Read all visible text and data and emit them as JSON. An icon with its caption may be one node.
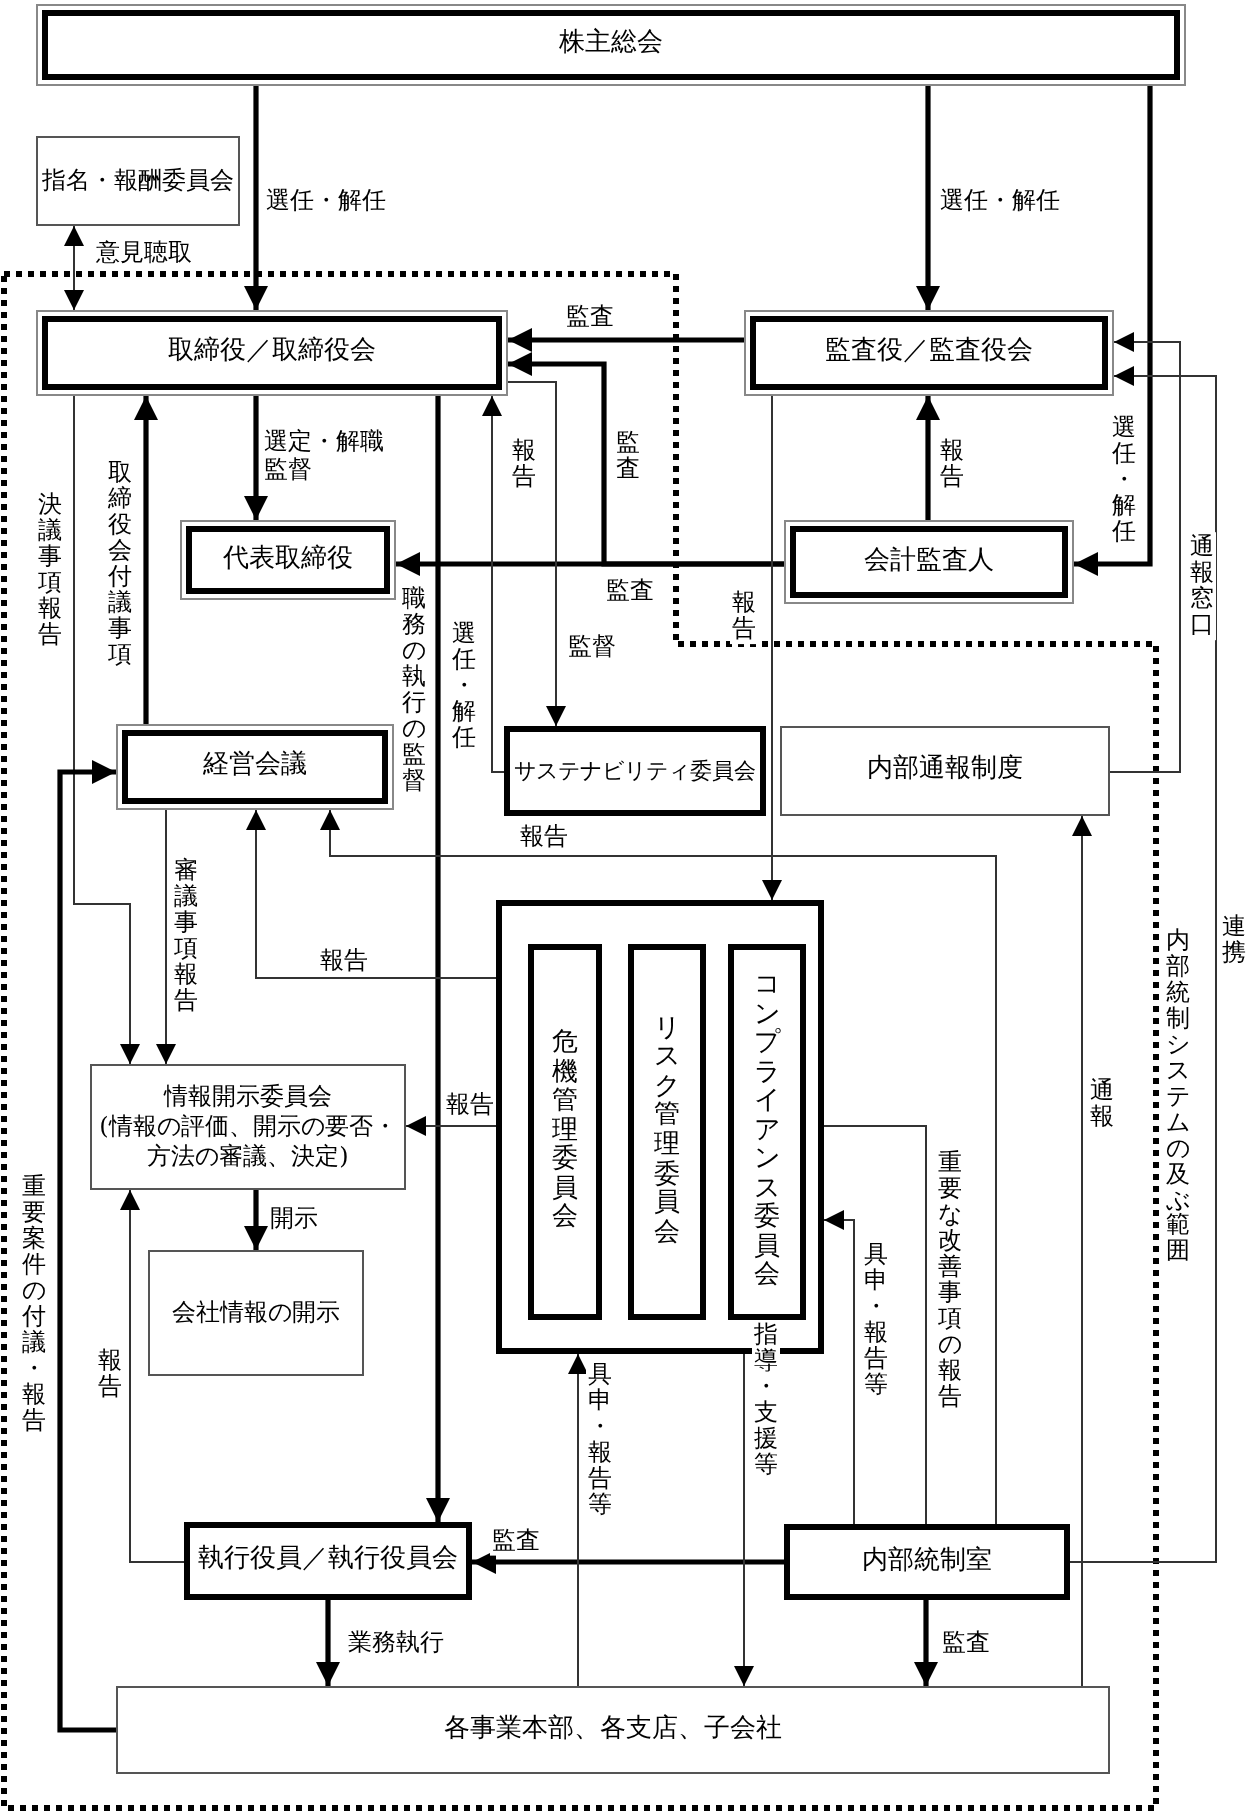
{
  "diagram": {
    "nodes": [
      {
        "text": [
          "株主総会"
        ]
      },
      {
        "text": [
          "指名・報酬委員会"
        ]
      },
      {
        "text": [
          "取締役／取締役会"
        ]
      },
      {
        "text": [
          "監査役／監査役会"
        ]
      },
      {
        "text": [
          "代表取締役"
        ]
      },
      {
        "text": [
          "会計監査人"
        ]
      },
      {
        "text": [
          "経営会議"
        ]
      },
      {
        "text": [
          "サステナビリティ委員会"
        ]
      },
      {
        "text": [
          "内部通報制度"
        ]
      },
      {
        "text": [],
        "shape": "box"
      },
      {
        "text": [
          "危機管理委員会"
        ],
        "in": 9
      },
      {
        "text": [
          "リスク管理委員会"
        ],
        "in": 9
      },
      {
        "text": [
          "コンプライアンス委員会"
        ],
        "in": 9
      },
      {
        "text": [
          "情報開示委員会",
          "(情報の評価、開示の要否・方法の審議、決定)"
        ]
      },
      {
        "text": [
          "会社情報の開示"
        ]
      },
      {
        "text": [
          "執行役員／執行役員会"
        ]
      },
      {
        "text": [
          "内部統制室"
        ]
      },
      {
        "text": [
          "各事業本部、各支店、子会社"
        ]
      }
    ],
    "edges": [
      {
        "from": 0,
        "to": 2,
        "arrow": "to",
        "label": "選任・解任",
        "style": "thick"
      },
      {
        "from": 0,
        "to": 3,
        "arrow": "to",
        "label": "選任・解任",
        "style": "thick"
      },
      {
        "from": 0,
        "to": 5,
        "arrow": "to",
        "label": "選任・解任",
        "style": "thick"
      },
      {
        "from": 1,
        "to": 2,
        "arrow": "both",
        "label": "意見聴取"
      },
      {
        "from": 3,
        "to": 2,
        "arrow": "to",
        "label": "監査",
        "style": "thick"
      },
      {
        "from": 5,
        "to": 4,
        "arrow": "to",
        "label": "監査",
        "style": "thick"
      },
      {
        "from": 5,
        "to": 2,
        "arrow": "to",
        "label": "監査",
        "style": "thick"
      },
      {
        "from": 5,
        "to": 3,
        "arrow": "to",
        "label": "報告",
        "style": "thick"
      },
      {
        "from": 2,
        "to": 4,
        "arrow": "to",
        "label": "選定・解職監督",
        "style": "thick"
      },
      {
        "from": 2,
        "to": 15,
        "arrow": "to",
        "label": "職務の執行の監督",
        "style": "thick"
      },
      {
        "from": 6,
        "to": 2,
        "arrow": "to",
        "label": "取締役会付議事項",
        "style": "thick"
      },
      {
        "from": 2,
        "to": 13,
        "arrow": "to",
        "label": "決議事項報告"
      },
      {
        "from": 7,
        "to": 2,
        "arrow": "to",
        "label": "報告"
      },
      {
        "from": 2,
        "to": 7,
        "arrow": "to",
        "label": "監督"
      },
      {
        "from": 3,
        "to": 9,
        "arrow": "to",
        "label": "報告"
      },
      {
        "from": 8,
        "to": 3,
        "arrow": "to",
        "label": "通報窓口"
      },
      {
        "from": 16,
        "to": 3,
        "arrow": "to",
        "label": "連携"
      },
      {
        "from": 9,
        "to": 6,
        "arrow": "to",
        "label": "報告"
      },
      {
        "from": 16,
        "to": 6,
        "arrow": "to",
        "label": "報告"
      },
      {
        "from": 16,
        "to": 12,
        "arrow": "to",
        "label": "重要な改善事項の報告"
      },
      {
        "from": 16,
        "to": 9,
        "arrow": "to",
        "label": "具申・報告等"
      },
      {
        "from": 10,
        "to": 13,
        "arrow": "to",
        "label": "報告"
      },
      {
        "from": 6,
        "to": 13,
        "arrow": "to",
        "label": "審議事項報告"
      },
      {
        "from": 13,
        "to": 14,
        "arrow": "to",
        "label": "開示",
        "style": "thick"
      },
      {
        "from": 15,
        "to": 13,
        "arrow": "to",
        "label": "報告"
      },
      {
        "from": 17,
        "to": 6,
        "arrow": "to",
        "label": "重要案件の付議・報告",
        "style": "thick"
      },
      {
        "from": 16,
        "to": 15,
        "arrow": "to",
        "label": "監査",
        "style": "thick"
      },
      {
        "from": 15,
        "to": 17,
        "arrow": "to",
        "label": "業務執行",
        "style": "thick"
      },
      {
        "from": 16,
        "to": 17,
        "arrow": "to",
        "label": "監査",
        "style": "thick"
      },
      {
        "from": 17,
        "to": 9,
        "arrow": "to",
        "label": "具申・報告等"
      },
      {
        "from": 9,
        "to": 17,
        "arrow": "to",
        "label": "指導・支援等"
      },
      {
        "from": 17,
        "to": 8,
        "arrow": "to",
        "label": "通報"
      }
    ],
    "labels": [
      "選任・解任",
      "内部統制システムの及ぶ範囲"
    ]
  }
}
